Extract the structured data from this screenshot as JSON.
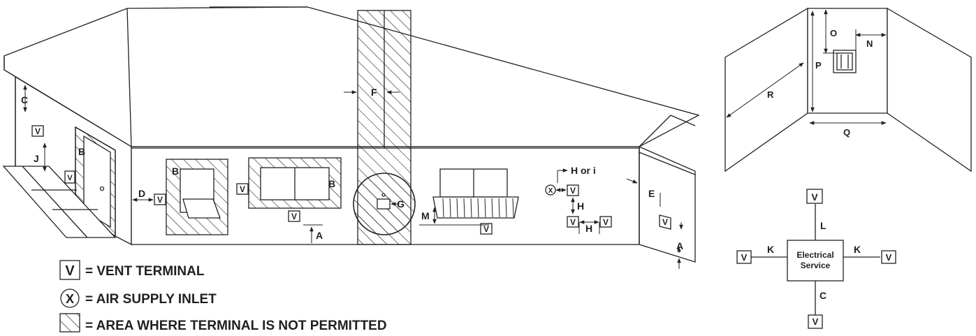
{
  "labels": {
    "a1": "A",
    "a2": "A",
    "b1": "B",
    "b2": "B",
    "b3": "B",
    "c1": "C",
    "c2": "C",
    "d": "D",
    "e": "E",
    "f": "F",
    "g": "G",
    "h1": "H",
    "h2": "H",
    "h_or_i": "H or i",
    "j": "J",
    "k1": "K",
    "k2": "K",
    "l": "L",
    "m": "M",
    "n": "N",
    "o": "O",
    "p": "P",
    "q": "Q",
    "r": "R"
  },
  "symbols": {
    "vent": "V",
    "air_inlet": "X"
  },
  "electrical": {
    "line1": "Electrical",
    "line2": "Service"
  },
  "legend": {
    "vent_terminal": "= VENT TERMINAL",
    "air_supply_inlet": "= AIR SUPPLY INLET",
    "not_permitted": "= AREA WHERE TERMINAL IS NOT PERMITTED"
  }
}
